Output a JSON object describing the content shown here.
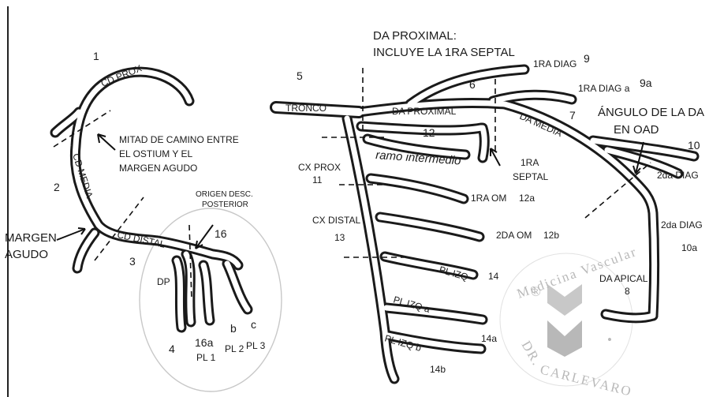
{
  "labels": {
    "cd_prox": "CD PROX",
    "n1": "1",
    "mitad": [
      "MITAD DE CAMINO ENTRE",
      "EL OSTIUM Y EL",
      "MARGEN AGUDO"
    ],
    "cd_media": "CD MEDIA",
    "n2": "2",
    "margen": [
      "MARGEN",
      "AGUDO"
    ],
    "cd_distal": "CD DISTAL",
    "n3": "3",
    "origen": [
      "ORIGEN DESC.",
      "POSTERIOR"
    ],
    "n16": "16",
    "dp": "DP",
    "n4": "4",
    "n16a": "16a",
    "pl1": "PL 1",
    "b": "b",
    "pl2": "PL 2",
    "c": "c",
    "pl3": "PL 3",
    "da_prox_title": [
      "DA PROXIMAL:",
      "INCLUYE LA 1RA SEPTAL"
    ],
    "n5": "5",
    "tronco": "TRONCO",
    "da_proximal": "DA PROXIMAL",
    "n6": "6",
    "rda_diag": "1RA DIAG",
    "n9": "9",
    "rda_diag_a": "1RA DIAG a",
    "n9a": "9a",
    "n7": "7",
    "da_media": "DA MEDIA",
    "angulo": [
      "ÁNGULO DE LA DA",
      "EN OAD"
    ],
    "n12": "12",
    "ramo": "ramo intermedio",
    "septal": [
      "1RA",
      "SEPTAL"
    ],
    "n10": "10",
    "cx_prox": "CX PROX",
    "n11": "11",
    "da2_diag": "2da DIAG",
    "rom": "1RA OM",
    "n12a": "12a",
    "da2_diag_b": "2da DIAG",
    "n10a": "10a",
    "cx_distal": "CX DISTAL",
    "n13": "13",
    "om2": "2DA OM",
    "n12b": "12b",
    "pl_izq": "PL IZQ",
    "n14": "14",
    "da_apical": "DA APICAL",
    "n8": "8",
    "pl_izq_a": "PL IZQ a",
    "n14a": "14a",
    "pl_izq_b": "PL IZQ b",
    "n14b": "14b"
  },
  "watermark": {
    "top": "Medicina Vascular",
    "left": "DR.",
    "bottom": "CARLEVARO",
    "registered": "®"
  }
}
